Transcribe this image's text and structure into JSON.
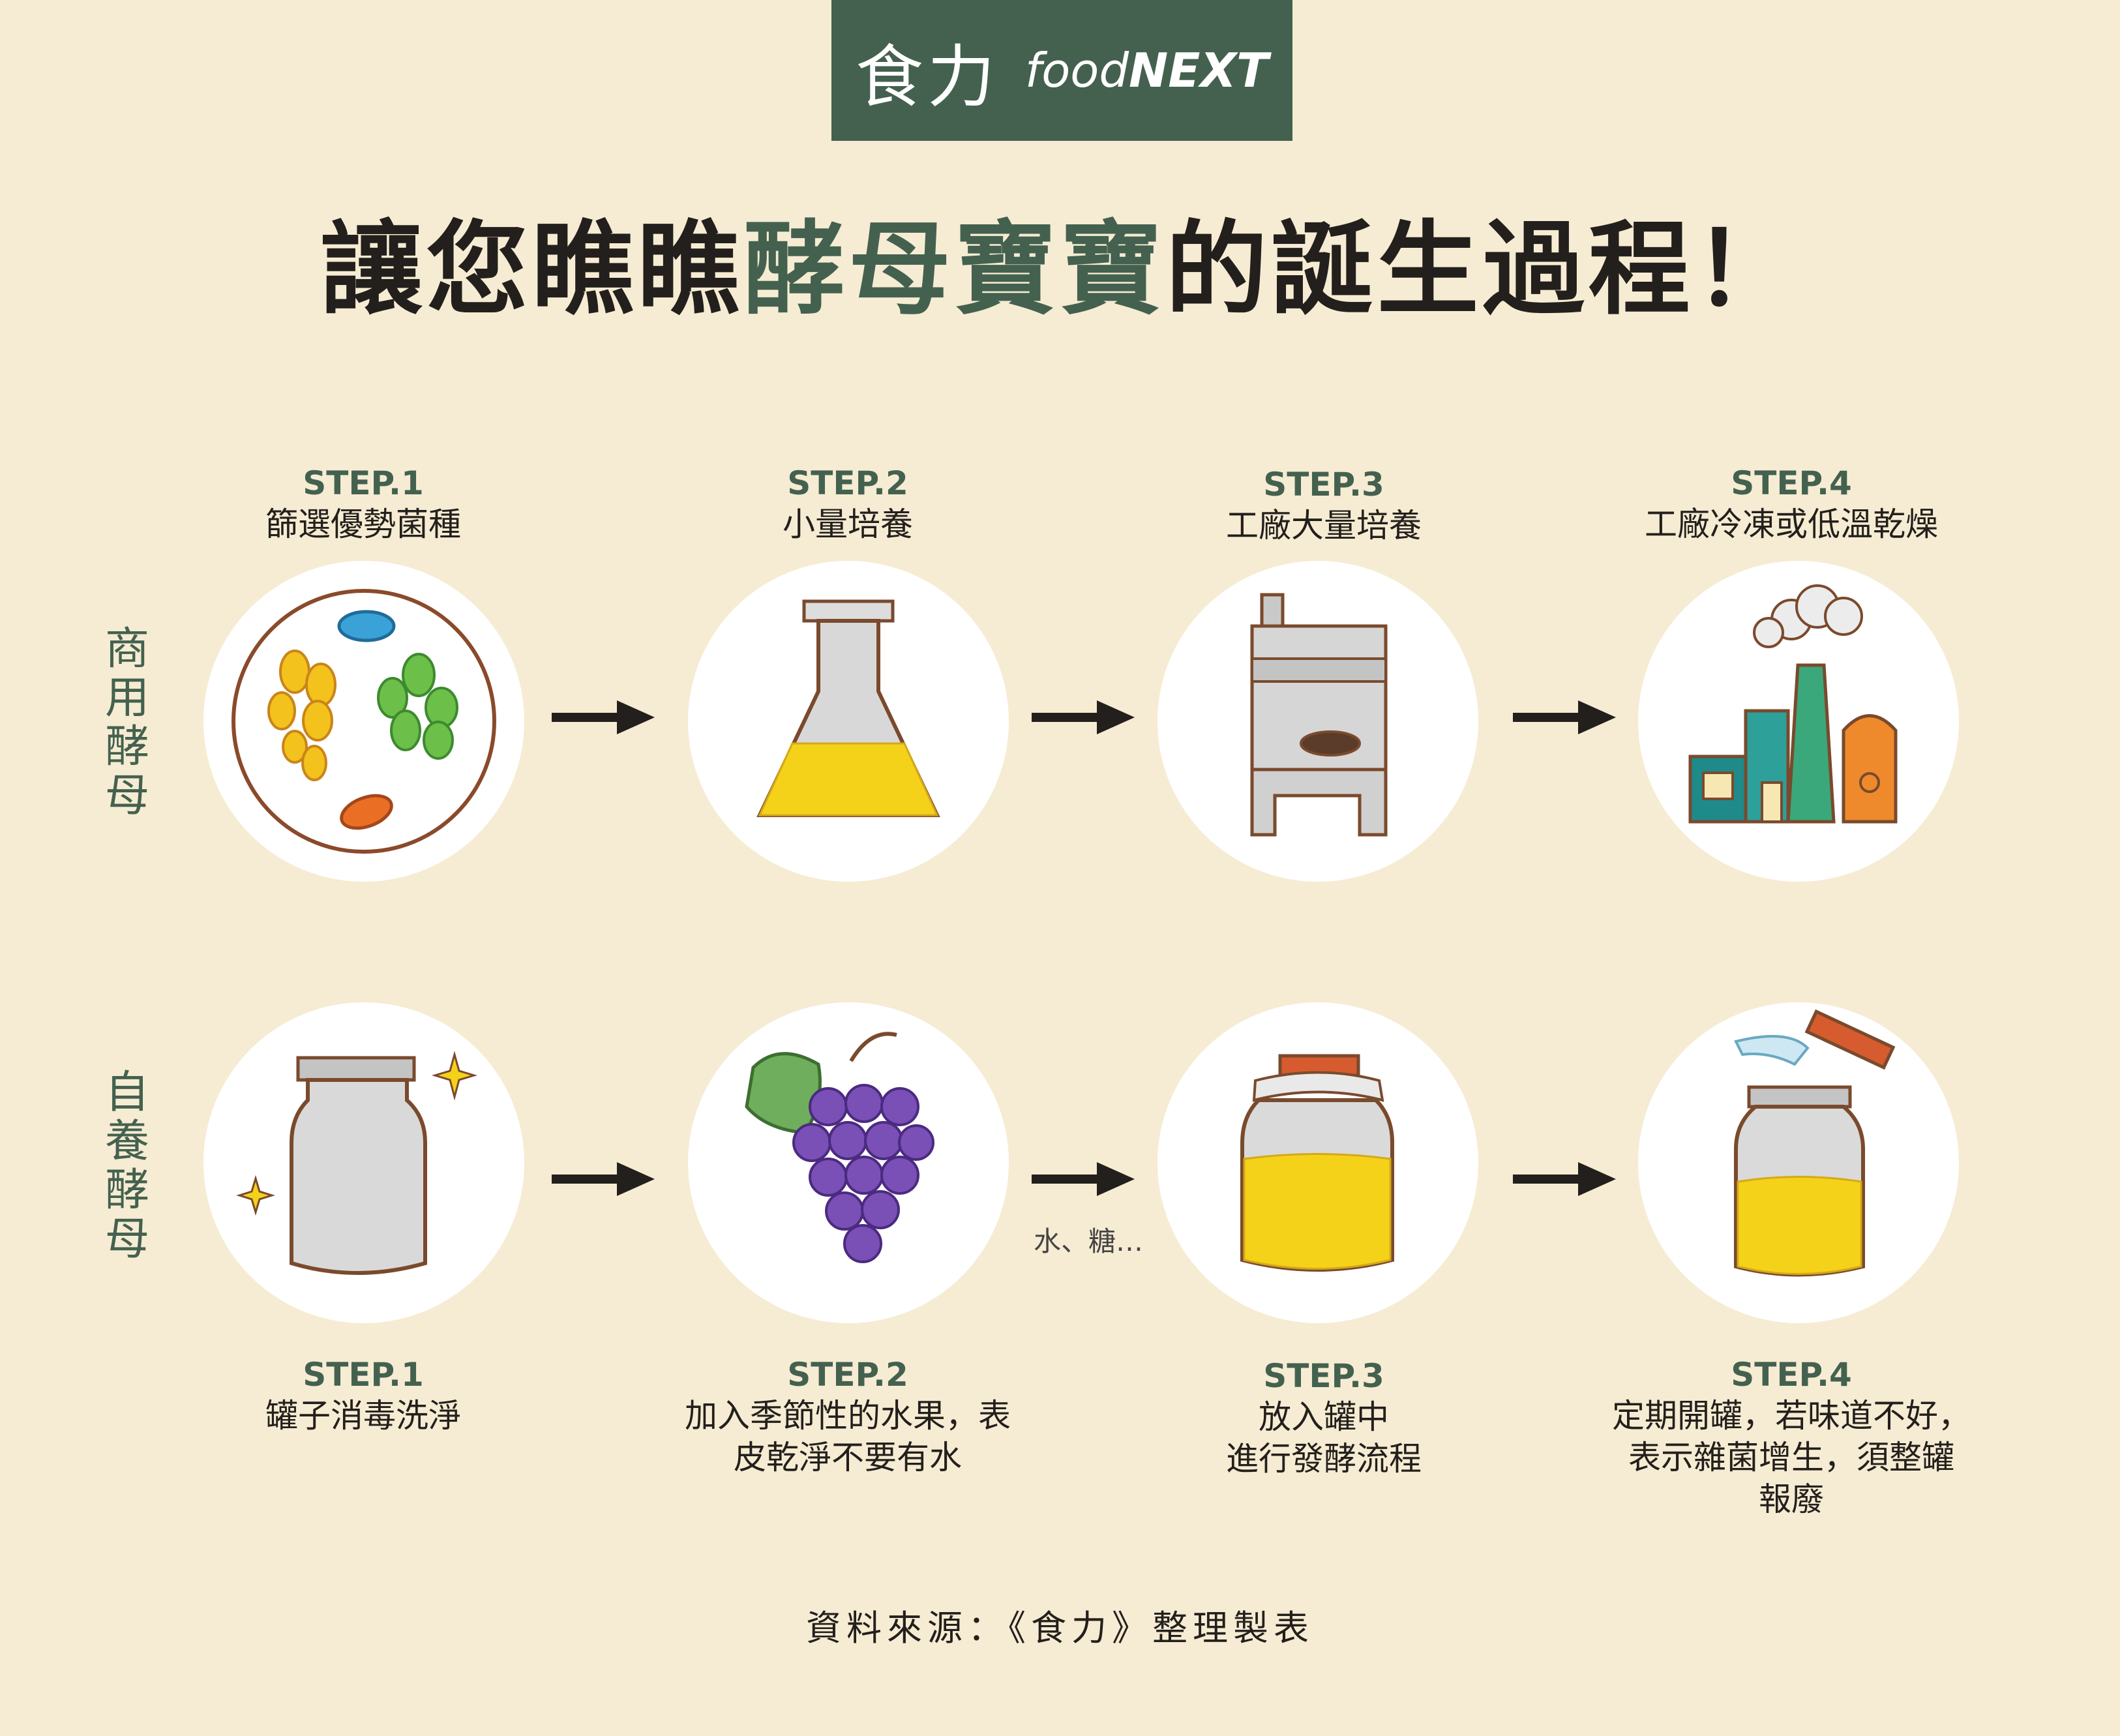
{
  "logo": {
    "zh": "食力",
    "en_food": "food",
    "en_next": "NEXT"
  },
  "title": {
    "part1": "讓您瞧瞧",
    "highlight": "酵母寶寶",
    "part2": "的誕生過程！"
  },
  "rows": {
    "commercial": "商用酵母",
    "homemade": "自養酵母"
  },
  "commercial_steps": [
    {
      "num": "STEP.1",
      "lines": [
        "篩選優勢菌種"
      ]
    },
    {
      "num": "STEP.2",
      "lines": [
        "小量培養"
      ]
    },
    {
      "num": "STEP.3",
      "lines": [
        "工廠大量培養"
      ]
    },
    {
      "num": "STEP.4",
      "lines": [
        "工廠冷凍或低溫乾燥"
      ]
    }
  ],
  "homemade_steps": [
    {
      "num": "STEP.1",
      "lines": [
        "罐子消毒洗淨"
      ]
    },
    {
      "num": "STEP.2",
      "lines": [
        "加入季節性的水果，表",
        "皮乾淨不要有水"
      ]
    },
    {
      "num": "STEP.3",
      "lines": [
        "放入罐中",
        "進行發酵流程"
      ]
    },
    {
      "num": "STEP.4",
      "lines": [
        "定期開罐，若味道不好，",
        "表示雜菌增生，須整罐",
        "報廢"
      ]
    }
  ],
  "hint": "水、糖…",
  "source": "資料來源：《食力》整理製表",
  "colors": {
    "background": "#f6ecd3",
    "accent": "#44614f",
    "text": "#231f1c"
  }
}
